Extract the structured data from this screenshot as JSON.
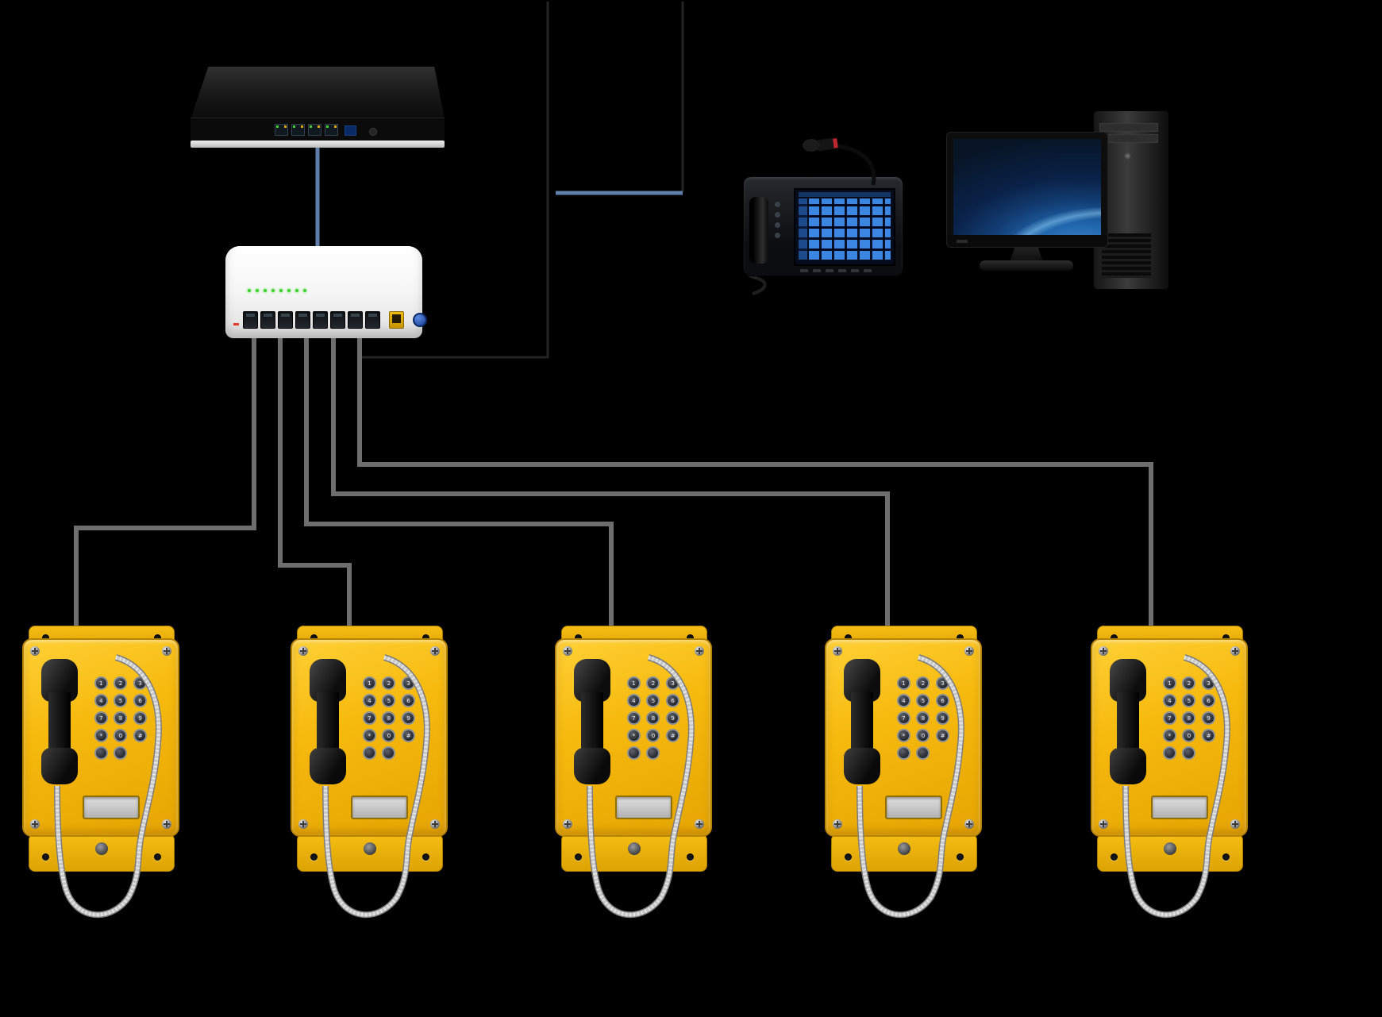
{
  "diagram": {
    "background": "#000000",
    "type": "voip-network-topology"
  },
  "colors": {
    "cable_gray": "#6e6e6e",
    "link_blue": "#5f7ea9",
    "phone_yellow": "#f3b70b",
    "wan_port_yellow": "#e7b008",
    "led_green": "#3fd32f",
    "console_screen_blue": "#3a86e0",
    "monitor_screen_blue": "#1f63aa"
  },
  "devices": {
    "pbx": {
      "name": "ip-pbx-server",
      "lan_ports": 4
    },
    "switch": {
      "name": "poe-switch",
      "lan_ports": 8,
      "uplink_ports": 1,
      "status_leds": 8
    },
    "dispatch_console": {
      "name": "ip-dispatch-console-with-gooseneck-mic"
    },
    "workstation": {
      "name": "management-pc"
    }
  },
  "phone": {
    "count": 5,
    "keypad_keys": [
      "1",
      "2",
      "3",
      "4",
      "5",
      "6",
      "7",
      "8",
      "9",
      "*",
      "0",
      "#",
      "",
      ""
    ]
  },
  "links": [
    {
      "from": "ip-pbx-server",
      "to": "poe-switch",
      "style": "blue"
    },
    {
      "from": "poe-switch",
      "to": "dispatch-side",
      "style": "blue"
    },
    {
      "from": "poe-switch",
      "to": "phone-1",
      "style": "gray"
    },
    {
      "from": "poe-switch",
      "to": "phone-2",
      "style": "gray"
    },
    {
      "from": "poe-switch",
      "to": "phone-3",
      "style": "gray"
    },
    {
      "from": "poe-switch",
      "to": "phone-4",
      "style": "gray"
    },
    {
      "from": "poe-switch",
      "to": "phone-5",
      "style": "gray"
    }
  ]
}
